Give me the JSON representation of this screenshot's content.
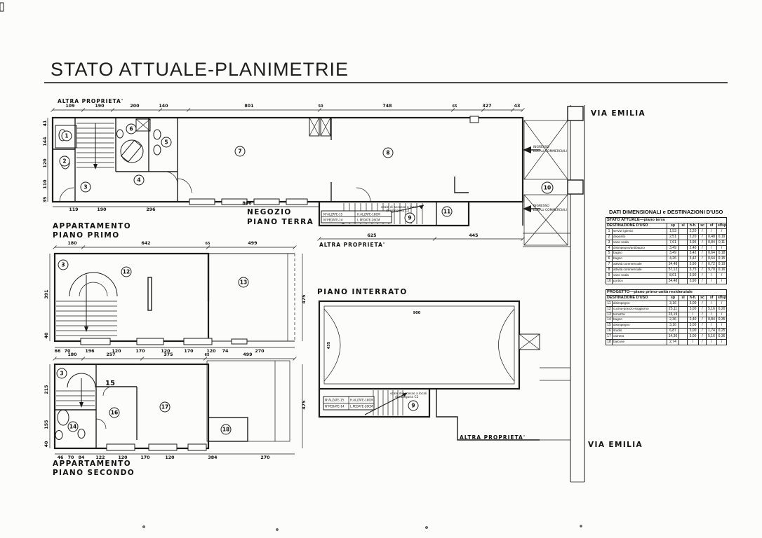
{
  "title": "STATO ATTUALE-PLANIMETRIE",
  "labels": {
    "altra_proprieta": "ALTRA PROPRIETA'",
    "via_emilia": "VIA EMILIA",
    "negozio_line1": "NEGOZIO",
    "negozio_line2": "PIANO TERRA",
    "app1_line1": "APPARTAMENTO",
    "app1_line2": "PIANO PRIMO",
    "app2_line1": "APPARTAMENTO",
    "app2_line2": "PIANO SECONDO",
    "piano_interrato": "PIANO INTERRATO",
    "ingresso_line1": "INGRESSO",
    "ingresso_line2": "LOCALI COMMERCIALI",
    "stair_note_line1": "scale di accesso a locali",
    "stair_note_line2": "di categoria C2"
  },
  "stairs": {
    "ground": {
      "alzate": "N°ALZATE-15",
      "h_alzate": "H.ALZATE-18CM",
      "pedate": "N°PEDATE-14",
      "l_pedate": "L.PEDATE-26CM"
    },
    "basement": {
      "alzate": "N°ALZATE-15",
      "h_alzate": "H.ALZATE-18CM",
      "pedate": "N°PEDATE-14",
      "l_pedate": "L.PEDATE-28CM"
    }
  },
  "rooms": {
    "ground": [
      "1",
      "2",
      "3",
      "4",
      "5",
      "6",
      "7",
      "8",
      "9",
      "10",
      "11"
    ],
    "first": [
      "3",
      "12",
      "13"
    ],
    "second": [
      "3",
      "15",
      "16",
      "17",
      "14",
      "18"
    ],
    "basement": [
      "9"
    ]
  },
  "dimensions": {
    "ground_top": [
      "109",
      "190",
      "200",
      "140",
      "801",
      "50",
      "748",
      "65",
      "327",
      "43"
    ],
    "ground_left": [
      "41",
      "144",
      "120",
      "110",
      "35"
    ],
    "ground_bottom": [
      "119",
      "190",
      "296",
      "806"
    ],
    "ground_lower": [
      "625",
      "445"
    ],
    "basement": [
      "900",
      "435"
    ],
    "first_top": [
      "180",
      "642",
      "65",
      "499"
    ],
    "first_left": [
      "391",
      "40"
    ],
    "first_right": "475",
    "first_bottom": [
      "66",
      "70",
      "196",
      "120",
      "170",
      "120",
      "170",
      "120",
      "74",
      "270"
    ],
    "second_top": [
      "180",
      "257",
      "375",
      "65",
      "499"
    ],
    "second_left": [
      "215",
      "155",
      "40"
    ],
    "second_right": "475",
    "second_bottom": [
      "46",
      "70",
      "84",
      "122",
      "120",
      "170",
      "120",
      "384",
      "270"
    ]
  },
  "table_panel": {
    "heading": "DATI DIMENSIONALI e DESTINAZIONI D'USO",
    "stato": {
      "title": "STATO ATTUALE—piano terra",
      "columns": [
        "DESTINAZIONE D'USO",
        "sp",
        "sl",
        "h-h.",
        "sc",
        "sf",
        "sf/sp"
      ],
      "rows": [
        [
          "1",
          "servizi igienici",
          "1,53",
          "",
          "2,20",
          "/",
          "/",
          "/"
        ],
        [
          "2",
          "deposito",
          "2,51",
          "",
          "2,20",
          "/",
          "0,48",
          "0,19"
        ],
        [
          "3",
          "vano scala",
          "7,61",
          "",
          "3,95",
          "/",
          "0,84",
          "0,11"
        ],
        [
          "4",
          "disimpegno/antibagno",
          "3,49",
          "",
          "2,40",
          "/",
          "/",
          "/"
        ],
        [
          "5",
          "bagno",
          "3,49",
          "",
          "3,42",
          "/",
          "0,64",
          "0,18"
        ],
        [
          "6",
          "bagno",
          "4,26",
          "",
          "3,42",
          "/",
          "0,64",
          "0,15"
        ],
        [
          "7",
          "attività commerciale",
          "34,48",
          "",
          "3,90",
          "/",
          "6,72",
          "0,19"
        ],
        [
          "8",
          "attività commerciale",
          "57,12",
          "",
          "3,75",
          "/",
          "9,70",
          "0,16"
        ],
        [
          "9",
          "vano scala",
          "8,01",
          "",
          "3,90",
          "/",
          "/",
          "/"
        ],
        [
          "10",
          "portico",
          "34,48",
          "",
          "3,90",
          "/",
          "/",
          "/"
        ]
      ]
    },
    "progetto": {
      "title": "PROGETTO—piano primo-unità residenziale",
      "columns": [
        "DESTINAZIONE D'USO",
        "sp",
        "sl",
        "h-h.",
        "sc",
        "sf",
        "sf/sp"
      ],
      "rows": [
        [
          "11",
          "disimpegno",
          "3,16",
          "",
          "3,00",
          "/",
          "/",
          "/"
        ],
        [
          "12",
          "cucina-pranzo-soggiorno",
          "25,11",
          "",
          "3,00",
          "/",
          "5,16",
          "0,20"
        ],
        [
          "13",
          "terrazza",
          "23,19",
          "",
          "/",
          "/",
          "/",
          "/"
        ],
        [
          "14",
          "bagno",
          "2,36",
          "",
          "2,40",
          "/",
          "0,84",
          "0,35"
        ],
        [
          "15",
          "disimpegno",
          "3,16",
          "",
          "3,00",
          "/",
          "/",
          "/"
        ],
        [
          "16",
          "studio",
          "6,87",
          "",
          "3,00",
          "/",
          "1,74",
          "0,25"
        ],
        [
          "17",
          "camera",
          "14,30",
          "",
          "3,00",
          "/",
          "5,16",
          "0,36"
        ],
        [
          "18",
          "balcone",
          "2,74",
          "",
          "/",
          "/",
          "/",
          "/"
        ]
      ]
    }
  }
}
